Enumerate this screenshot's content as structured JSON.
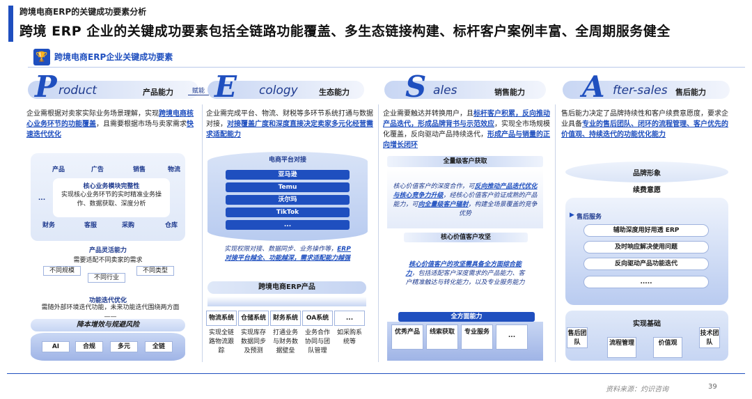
{
  "kicker": "跨境电商ERP的关键成功要素分析",
  "headline": "跨境 ERP 企业的关键成功要素包括全链路功能覆盖、多生态链接构建、标杆客户案例丰富、全周期服务健全",
  "section_label": "跨境电商ERP企业关键成功要素",
  "funeng": "赋能",
  "pillars": [
    {
      "letter": "P",
      "word": "roduct",
      "cn": "产品能力"
    },
    {
      "letter": "E",
      "word": "cology",
      "cn": "生态能力"
    },
    {
      "letter": "S",
      "word": "ales",
      "cn": "销售能力"
    },
    {
      "letter": "A",
      "word": "fter-sales",
      "cn": "售后能力"
    }
  ],
  "product": {
    "desc_1": "企业需根据对卖家实际业务场景理解，实现",
    "desc_hl": "跨境电商核心业务环节的功能覆盖",
    "desc_2": "，且需要根据市场与卖家需求",
    "desc_hl2": "快速迭代优化",
    "ring": [
      "产品",
      "广告",
      "销售",
      "物流",
      "财务",
      "客服",
      "采购",
      "仓库",
      "..."
    ],
    "core_title": "核心业务模块完整性",
    "core_text": "实现核心业务环节的实时精准业务操作、数据获取、深度分析",
    "flex_title": "产品灵活能力",
    "flex_text": "需要适配不同卖家的需求",
    "flex_tags": [
      "不同规模",
      "不同类型",
      "不同行业"
    ],
    "iter_title": "功能迭代优化",
    "iter_text": "需随外部环境迭代功能，未来功能迭代围绕两方面——",
    "iter_sub": "降本增效与规避风险",
    "bottom": [
      "AI",
      "合规",
      "多元",
      "全链"
    ]
  },
  "ecology": {
    "desc_1": "企业需完成平台、物流、财税等多环节系统打通与数据对接，",
    "desc_hl": "对接覆盖广度和深度直接决定卖家多元化经营需求适配能力",
    "cyl_title": "电商平台对接",
    "platforms": [
      "亚马逊",
      "Temu",
      "沃尔玛",
      "TikTok",
      "..."
    ],
    "mid_1": "实现权限对接、数据同步、业务操作等，",
    "mid_hl": "ERP 对接平台越全、功能越深，需求适配能力越强",
    "product_bar": "跨境电商ERP产品",
    "systems": [
      "物流系统",
      "仓储系统",
      "财务系统",
      "OA系统",
      "..."
    ],
    "sys_desc": [
      "实现全链路物流跟踪",
      "实现库存数据同步及预测",
      "打通业务与财务数据壁垒",
      "业务合作协同与团队管理",
      "如采购系统等"
    ]
  },
  "sales": {
    "desc_1": "企业需要触达并转换用户，且",
    "desc_hl": "标杆客户积累，反向推动产品迭代，形成品牌背书与示范效应",
    "desc_2": "，实现全市场规模化覆盖，反向驱动产品持续迭代，",
    "desc_hl2": "形成产品与销量的正向增长闭环",
    "top_bar": "全量级客户获取",
    "top_text_1": "核心价值客户的深度合作，可",
    "top_text_hl": "反向推动产品迭代优化与核心竞争力升级",
    "top_text_2": "，经核心价值客户验证成熟的产品能力，可",
    "top_text_hl2": "向全量级客户辐射",
    "top_text_3": "，构建全场景覆盖的竞争优势",
    "mid_bar": "核心价值客户攻坚",
    "mid_text_hl": "核心价值客户的攻坚需具备全方面综合能力",
    "mid_text": "，包括适配客户深度需求的产品能力、客户精准触达与转化能力，以及专业服务能力",
    "bottom_bar": "全方面能力",
    "abilities": [
      "优秀产品",
      "线索获取",
      "专业服务",
      "..."
    ]
  },
  "aftersales": {
    "desc_1": "售后能力决定了品牌持续性和客户续费意愿度，要求企业具备",
    "desc_hl": "专业的售后团队、闭环的流程管理、客户优先的价值观、持续迭代的功能优化能力",
    "brand": "品牌形象",
    "renew": "续费意愿",
    "service_title": "售后服务",
    "services": [
      "辅助深度用好用透 ERP",
      "及时响应解决使用问题",
      "反向驱动产品功能迭代",
      "....."
    ],
    "base_title": "实现基础",
    "bases": [
      "售后团队",
      "流程管理",
      "价值观",
      "技术团队"
    ]
  },
  "source": "资料来源：灼识咨询",
  "page": "39"
}
